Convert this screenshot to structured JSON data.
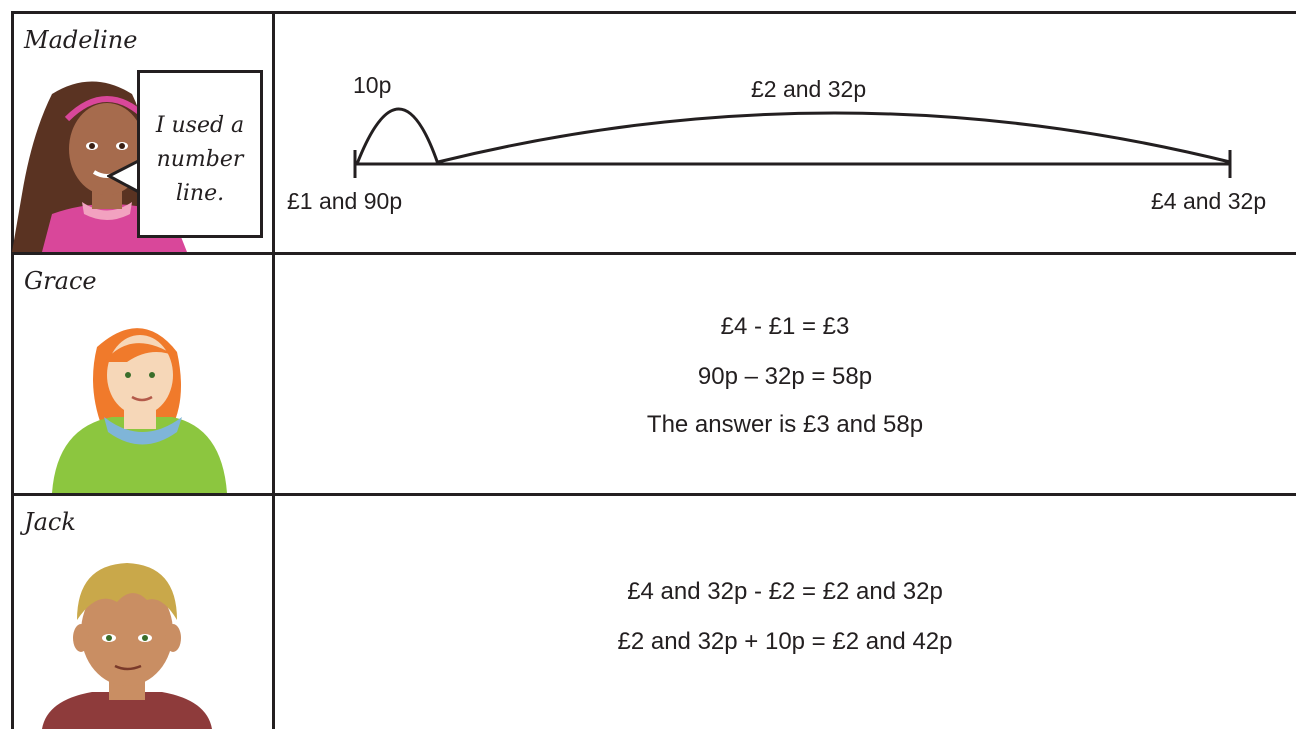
{
  "rows": [
    {
      "name": "Madeline",
      "speech": "I used a number line.",
      "number_line": {
        "start_label": "£1 and 90p",
        "end_label": "£4 and 32p",
        "small_jump_label": "10p",
        "large_jump_label": "£2 and 32p"
      }
    },
    {
      "name": "Grace",
      "lines": [
        "£4 - £1 = £3",
        "90p – 32p = 58p",
        "The answer is £3 and 58p"
      ]
    },
    {
      "name": "Jack",
      "lines": [
        "£4 and 32p - £2 = £2 and 32p",
        "£2 and 32p + 10p = £2 and 42p"
      ]
    }
  ],
  "colors": {
    "ink": "#231f20",
    "madeline_shirt": "#d9479a",
    "grace_shirt": "#8cc63f",
    "grace_hair": "#f07a2b",
    "jack_hair": "#c9a84a",
    "jack_shirt": "#8e3b3b",
    "skin_light": "#f6d7b8",
    "skin_dark": "#a66b4d"
  },
  "icons": [
    "madeline-illustration",
    "grace-illustration",
    "jack-illustration"
  ]
}
